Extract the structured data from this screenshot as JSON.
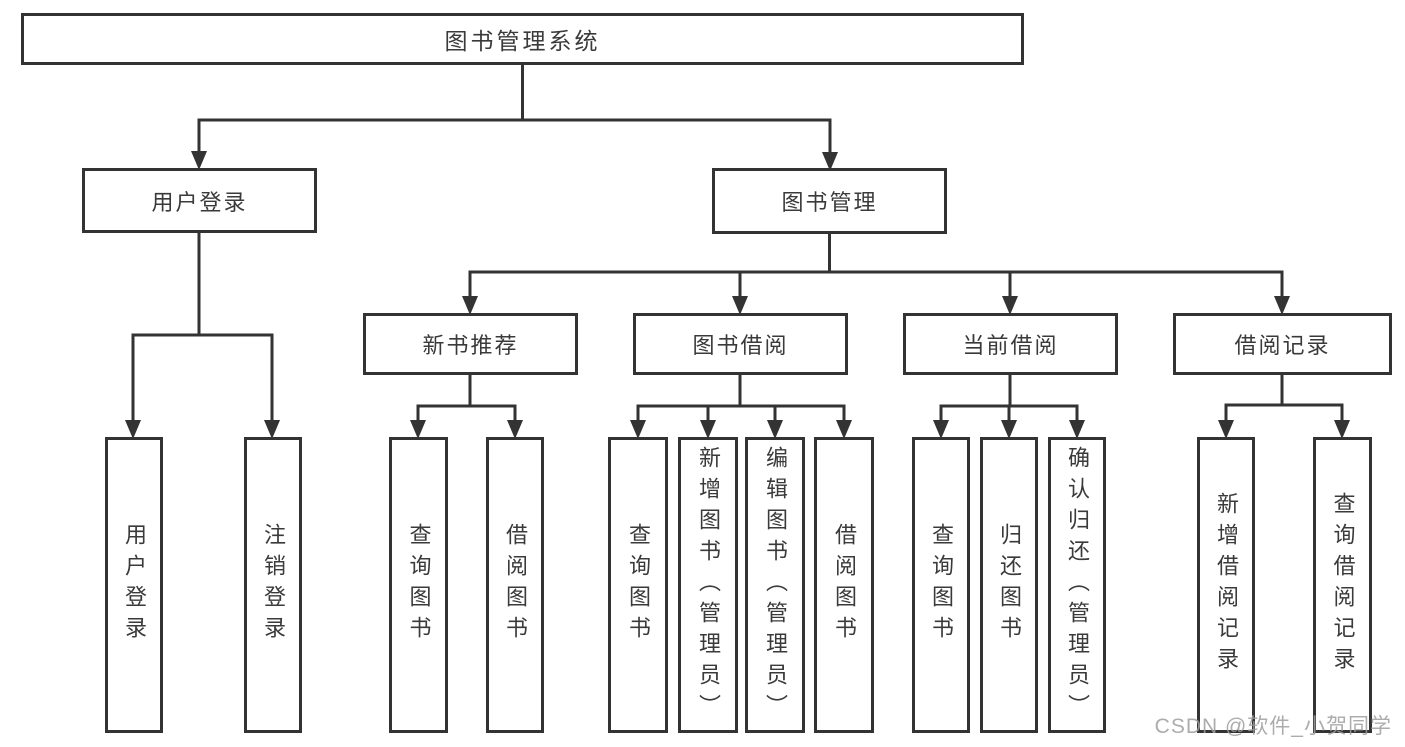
{
  "diagram": {
    "root": {
      "label": "图书管理系统"
    },
    "branches": [
      {
        "label": "用户登录",
        "leaves": [
          "用户登录",
          "注销登录"
        ]
      },
      {
        "label": "图书管理",
        "sections": [
          {
            "label": "新书推荐",
            "leaves": [
              "查询图书",
              "借阅图书"
            ]
          },
          {
            "label": "图书借阅",
            "leaves": [
              "查询图书",
              "新增图书（管理员）",
              "编辑图书（管理员）",
              "借阅图书"
            ]
          },
          {
            "label": "当前借阅",
            "leaves": [
              "查询图书",
              "归还图书",
              "确认归还（管理员）"
            ]
          },
          {
            "label": "借阅记录",
            "leaves": [
              "新增借阅记录",
              "查询借阅记录"
            ]
          }
        ]
      }
    ]
  },
  "watermark": {
    "text": "CSDN @软件_小贺同学"
  },
  "colors": {
    "line": "#333333",
    "text": "#3a3a3a",
    "watermark": "#9e9e9e",
    "background": "#ffffff"
  }
}
